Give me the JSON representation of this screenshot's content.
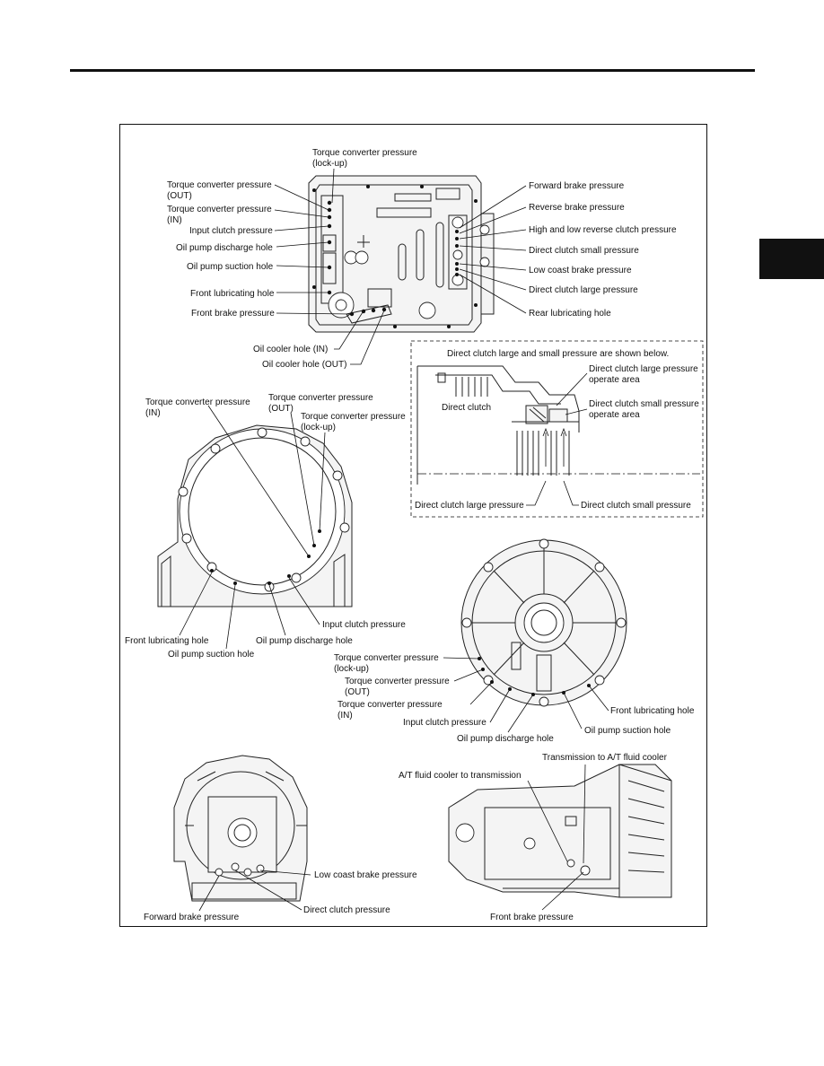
{
  "labels": {
    "vb_tc_lockup": "Torque converter pressure\n(lock-up)",
    "vb_tc_out": "Torque converter pressure\n(OUT)",
    "vb_tc_in": "Torque converter pressure\n(IN)",
    "vb_input_clutch": "Input clutch pressure",
    "vb_oil_pump_discharge": "Oil pump discharge hole",
    "vb_oil_pump_suction": "Oil pump suction hole",
    "vb_front_lubricating": "Front lubricating hole",
    "vb_front_brake": "Front brake pressure",
    "vb_oil_cooler_in": "Oil cooler hole (IN)",
    "vb_oil_cooler_out": "Oil cooler hole (OUT)",
    "vb_forward_brake": "Forward brake pressure",
    "vb_reverse_brake": "Reverse brake pressure",
    "vb_high_low_reverse": "High and low reverse clutch pressure",
    "vb_direct_small": "Direct clutch small pressure",
    "vb_low_coast": "Low coast brake pressure",
    "vb_direct_large": "Direct clutch large pressure",
    "vb_rear_lubricating": "Rear lubricating hole",
    "dc_note": "Direct clutch large and small pressure are shown below.",
    "dc_large_area": "Direct clutch large pressure\noperate area",
    "dc_small_area": "Direct clutch small pressure\noperate area",
    "dc_direct_clutch": "Direct clutch",
    "dc_large_pressure": "Direct clutch large pressure",
    "dc_small_pressure": "Direct clutch small pressure",
    "ch_tc_in": "Torque converter pressure\n(IN)",
    "ch_tc_out": "Torque converter pressure\n(OUT)",
    "ch_tc_lockup": "Torque converter pressure\n(lock-up)",
    "ch_input_clutch": "Input clutch pressure",
    "ch_front_lubricating": "Front lubricating hole",
    "ch_oil_pump_discharge": "Oil pump discharge hole",
    "ch_oil_pump_suction": "Oil pump suction hole",
    "op_tc_lockup": "Torque converter pressure\n(lock-up)",
    "op_tc_out": "Torque converter pressure\n(OUT)",
    "op_tc_in": "Torque converter pressure\n(IN)",
    "op_input_clutch": "Input clutch pressure",
    "op_oil_pump_discharge": "Oil pump discharge hole",
    "op_oil_pump_suction": "Oil pump suction hole",
    "op_front_lubricating": "Front lubricating hole",
    "rv_low_coast": "Low coast brake pressure",
    "rv_forward_brake": "Forward brake pressure",
    "rv_direct_clutch": "Direct clutch pressure",
    "sv_trans_to_cooler": "Transmission to A/T fluid cooler",
    "sv_cooler_to_trans": "A/T fluid cooler to transmission",
    "sv_front_brake": "Front brake pressure"
  }
}
